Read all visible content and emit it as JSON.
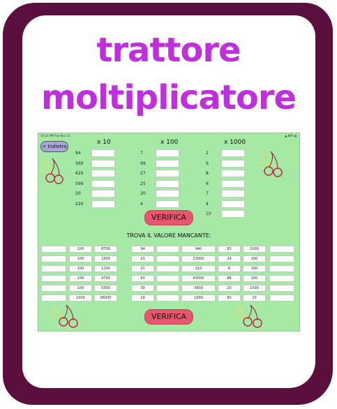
{
  "title": {
    "line1": "trattore",
    "line2": "moltiplicatore"
  },
  "status": {
    "time": "10:21 AM  Tue Nov 13",
    "right": "▲ 88% ▮"
  },
  "back_label": "< Indietro",
  "headers": [
    "x 10",
    "x 100",
    "x 1000"
  ],
  "col1": [
    "94",
    "360",
    "620",
    "599",
    "20",
    "220"
  ],
  "col2": [
    "7",
    "99",
    "27",
    "25",
    "20",
    "4"
  ],
  "col3": [
    "2",
    "6",
    "8",
    "6",
    "7",
    "4",
    "10"
  ],
  "verify_label": "VERIFICA",
  "subtitle": "TROVA IL VALORE MANCANTE:",
  "missing": [
    [
      "",
      "100",
      "8700",
      "94",
      "",
      "940",
      "83",
      "1000",
      ""
    ],
    [
      "",
      "100",
      "2300",
      "23",
      "",
      "23000",
      "24",
      "100",
      ""
    ],
    [
      "",
      "100",
      "1200",
      "21",
      "",
      "210",
      "6",
      "100",
      ""
    ],
    [
      "",
      "100",
      "4700",
      "63",
      "",
      "43000",
      "88",
      "100",
      ""
    ],
    [
      "",
      "100",
      "5300",
      "39",
      "",
      "3900",
      "20",
      "1000",
      ""
    ],
    [
      "",
      "1000",
      "96000",
      "19",
      "",
      "1900",
      "60",
      "10",
      ""
    ]
  ],
  "colors": {
    "frame": "#5b0f3d",
    "title": "#c02ee0",
    "screen": "#a6e8a6",
    "button": "#e8556e",
    "back": "#a9a6d9"
  }
}
